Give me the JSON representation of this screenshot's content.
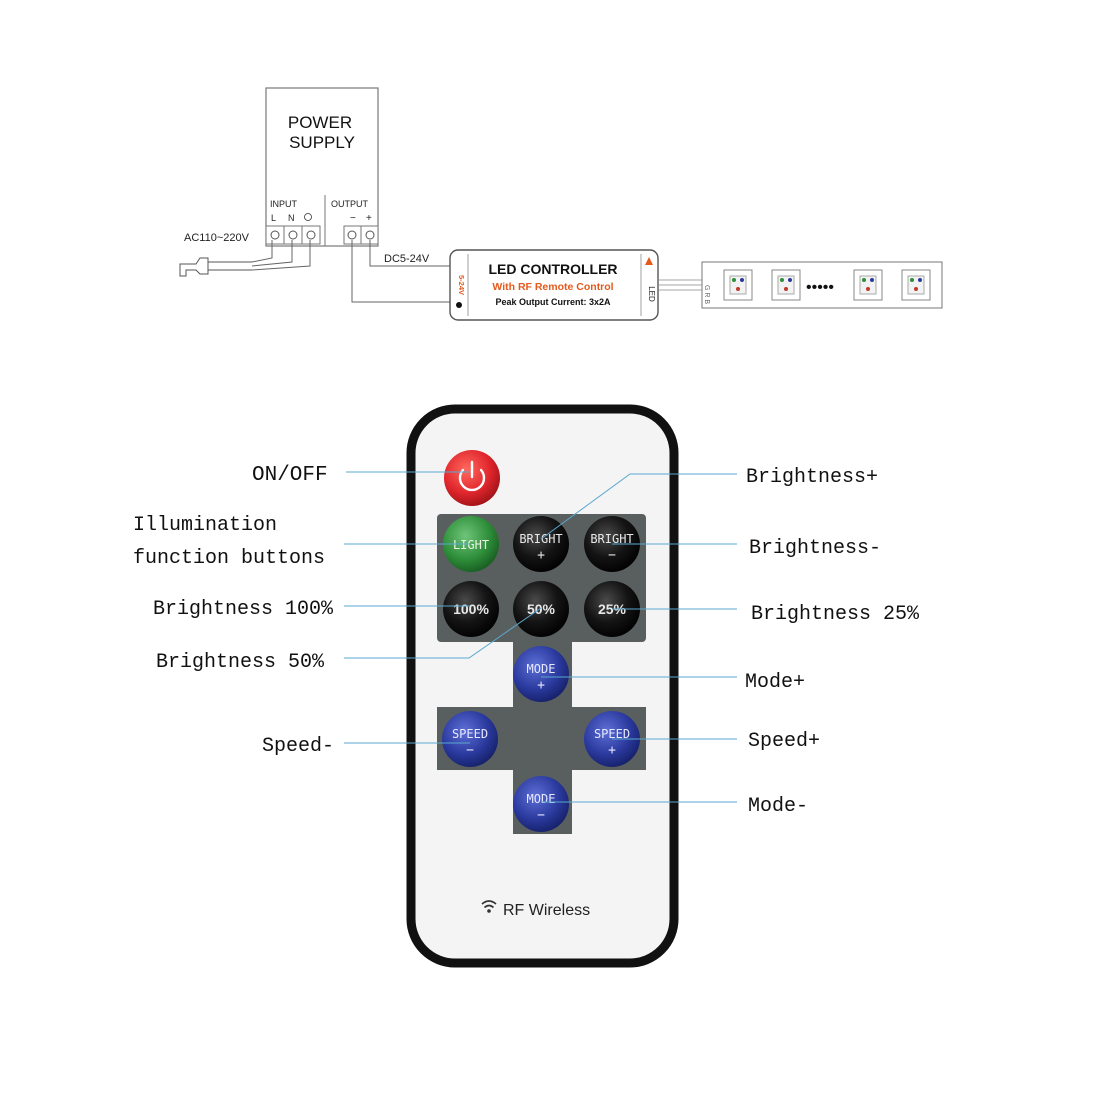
{
  "wiring": {
    "power_supply": {
      "title_line1": "POWER",
      "title_line2": "SUPPLY",
      "input_label": "INPUT",
      "output_label": "OUTPUT",
      "terminal_l": "L",
      "terminal_n": "N",
      "terminal_minus": "−",
      "terminal_plus": "+"
    },
    "ac_label": "AC110~220V",
    "dc_label": "DC5-24V",
    "controller": {
      "title": "LED CONTROLLER",
      "subtitle": "With RF Remote Control",
      "peak": "Peak Output Current: 3x2A",
      "side_left": "5-24V",
      "side_right": "LED"
    },
    "strip": {
      "dots": "•••••"
    }
  },
  "remote": {
    "buttons": {
      "power_symbol": "power",
      "light": "LIGHT",
      "bright_plus_top": "BRIGHT",
      "bright_plus_bottom": "+",
      "bright_minus_top": "BRIGHT",
      "bright_minus_bottom": "−",
      "b100": "100%",
      "b50": "50%",
      "b25": "25%",
      "mode_plus_top": "MODE",
      "mode_plus_bottom": "+",
      "mode_minus_top": "MODE",
      "mode_minus_bottom": "−",
      "speed_minus_top": "SPEED",
      "speed_minus_bottom": "−",
      "speed_plus_top": "SPEED",
      "speed_plus_bottom": "+"
    },
    "brand": "RF Wireless"
  },
  "callouts": {
    "on_off": "ON/OFF",
    "illumination_line1": "Illumination",
    "illumination_line2": "function buttons",
    "brightness_100": "Brightness 100%",
    "brightness_50": "Brightness 50%",
    "speed_minus": "Speed-",
    "brightness_plus": "Brightness+",
    "brightness_minus": "Brightness-",
    "brightness_25": "Brightness 25%",
    "mode_plus": "Mode+",
    "speed_plus": "Speed+",
    "mode_minus": "Mode-"
  },
  "colors": {
    "callout_line": "#5aa7cf",
    "power_button": "#e0262d",
    "light_button": "#2f8f3a",
    "black_button": "#141414",
    "blue_button": "#2b3a9e",
    "keypad": "#595f5f",
    "remote_body": "#f4f4f4",
    "controller_orange": "#e55a1c"
  }
}
